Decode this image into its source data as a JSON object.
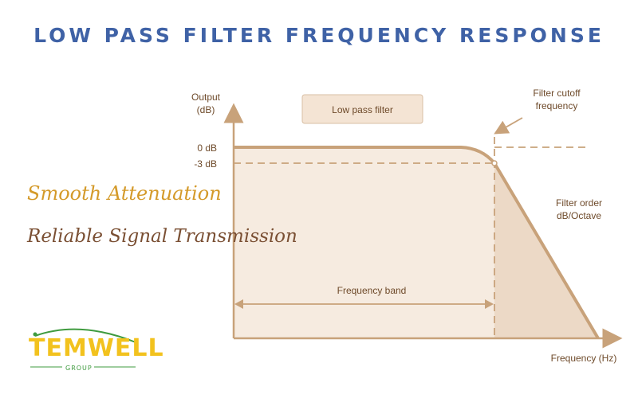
{
  "header": {
    "title": "LOW PASS FILTER FREQUENCY RESPONSE"
  },
  "diagram": {
    "y_axis_label_line1": "Output",
    "y_axis_label_line2": "(dB)",
    "x_axis_label": "Frequency (Hz)",
    "filter_type_label": "Low pass filter",
    "level_0db": "0 dB",
    "level_minus3db": "-3 dB",
    "cutoff_label_line1": "Filter cutoff",
    "cutoff_label_line2": "frequency",
    "order_label_line1": "Filter order",
    "order_label_line2": "dB/Octave",
    "band_label": "Frequency band"
  },
  "taglines": {
    "smooth": "Smooth Attenuation",
    "reliable": "Reliable Signal Transmission"
  },
  "logo": {
    "brand": "TEMWELL",
    "sub": "GROUP"
  },
  "colors": {
    "title": "#3f62a6",
    "curve": "#c8a27a",
    "fill": "#f6ebe0",
    "rolloff_fill": "#ecd9c6",
    "label": "#6e4a2a",
    "tag_smooth": "#d49a2a",
    "tag_reliable": "#7a4f33",
    "logo_yellow": "#f2c21e",
    "logo_green": "#3f9b3f"
  }
}
